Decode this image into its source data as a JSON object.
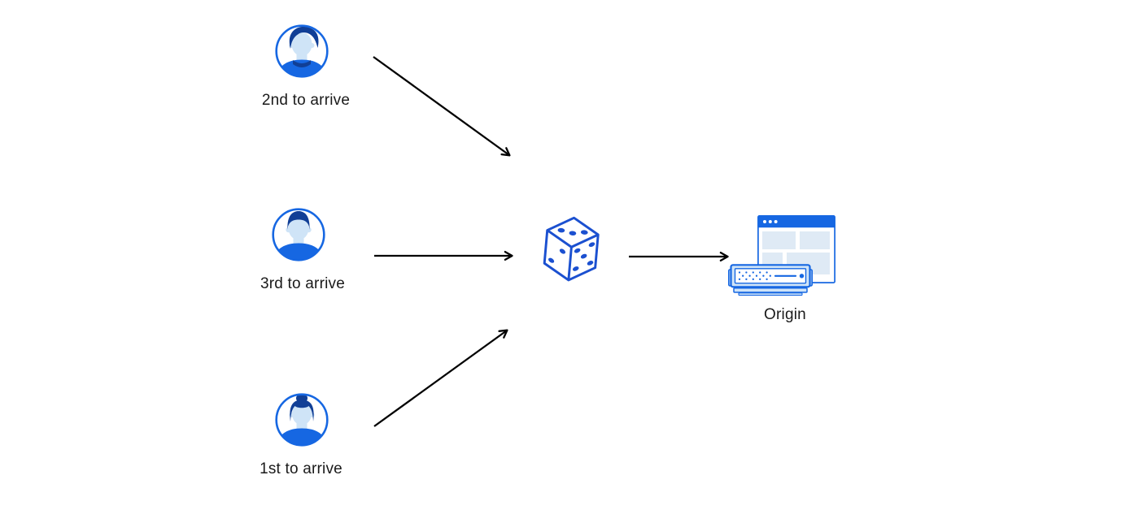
{
  "diagram": {
    "description": "Three visitors are routed through a random selector (dice) to a single origin server",
    "nodes": {
      "visitor_second": {
        "label": "2nd to arrive",
        "icon": "user-male-avatar-icon"
      },
      "visitor_third": {
        "label": "3rd to arrive",
        "icon": "user-male-avatar-icon"
      },
      "visitor_first": {
        "label": "1st to arrive",
        "icon": "user-female-avatar-icon"
      },
      "random_selector": {
        "icon": "dice-icon"
      },
      "origin": {
        "label": "Origin",
        "icon": "origin-server-icon"
      }
    },
    "edges": [
      {
        "from": "visitor_second",
        "to": "random_selector"
      },
      {
        "from": "visitor_third",
        "to": "random_selector"
      },
      {
        "from": "visitor_first",
        "to": "random_selector"
      },
      {
        "from": "random_selector",
        "to": "origin"
      }
    ]
  },
  "colors": {
    "primary_blue": "#1667e2",
    "dice_blue": "#1b50d0",
    "light_blue_fill": "#cfe4f8",
    "pale_blue_fill": "#dfeaf5",
    "face_blue": "#cfe4f7",
    "dark_navy": "#113f96",
    "arrow_black": "#000000",
    "background": "#ffffff",
    "label_text": "#1a1a1a"
  }
}
